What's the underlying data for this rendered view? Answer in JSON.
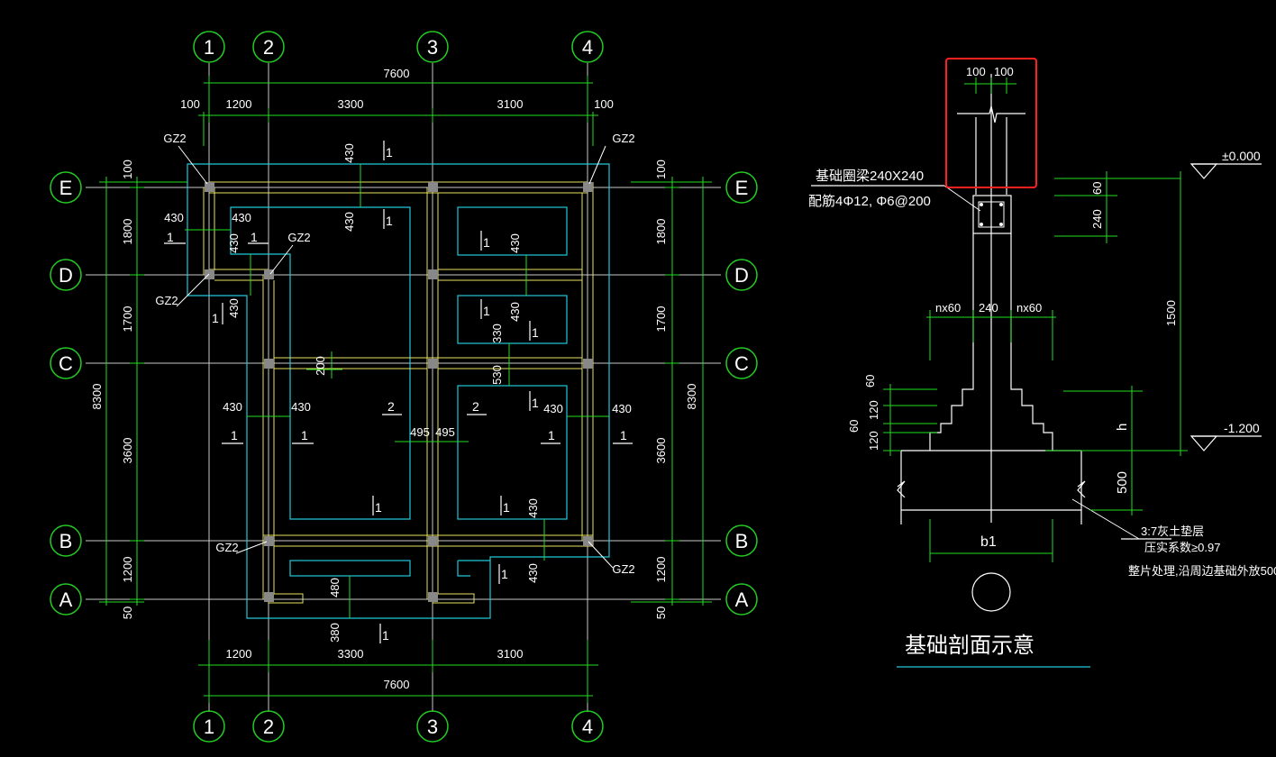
{
  "colors": {
    "background": "#000000",
    "axis_bubble": "#22cc22",
    "dimension": "#22dd22",
    "grid": "#c8c8c8",
    "foundation_outline": "#22c8d8",
    "ring_beam": "#e8e060",
    "column": "#888888",
    "highlight_box": "#ff2020",
    "text": "#ffffff"
  },
  "plan": {
    "axes_top": [
      "1",
      "2",
      "3",
      "4"
    ],
    "axes_bottom": [
      "1",
      "2",
      "3",
      "4"
    ],
    "axes_left": [
      "E",
      "D",
      "C",
      "B",
      "A"
    ],
    "axes_right": [
      "E",
      "D",
      "C",
      "B",
      "A"
    ],
    "top_overall": "7600",
    "top_segments": [
      "100",
      "1200",
      "3300",
      "3100",
      "100"
    ],
    "bottom_segments": [
      "1200",
      "3300",
      "3100"
    ],
    "bottom_overall": "7600",
    "left_overall": "8300",
    "left_segments": [
      "100",
      "1800",
      "1700",
      "3600",
      "1200",
      "50"
    ],
    "right_overall": "8300",
    "right_segments": [
      "100",
      "1800",
      "1700",
      "3600",
      "1200",
      "50"
    ],
    "column_labels": [
      "GZ2",
      "GZ2",
      "GZ2",
      "GZ2",
      "GZ2",
      "GZ2"
    ],
    "dims_430": "430",
    "dim_200": "200",
    "dim_330": "330",
    "dim_530": "530",
    "dim_495": "495",
    "dim_480": "480",
    "dim_380": "380",
    "section_1": "1",
    "section_2": "2"
  },
  "section": {
    "top_dims": [
      "100",
      "100"
    ],
    "beam_label": "基础圈梁240X240",
    "beam_rebar": "配筋4Φ12, Φ6@200",
    "level_top": "±0.000",
    "level_bottom": "-1.200",
    "dim_60": "60",
    "dim_240": "240",
    "dim_1500": "1500",
    "step_left": "nx60",
    "step_mid": "240",
    "step_right": "nx60",
    "left_dims": [
      "60",
      "120",
      "60",
      "120"
    ],
    "dim_h": "h",
    "dim_500": "500",
    "dim_b1": "b1",
    "cushion_1": "3:7灰土垫层",
    "cushion_2": "压实系数≥0.97",
    "cushion_3": "整片处理,沿周边基础外放500",
    "title": "基础剖面示意"
  }
}
